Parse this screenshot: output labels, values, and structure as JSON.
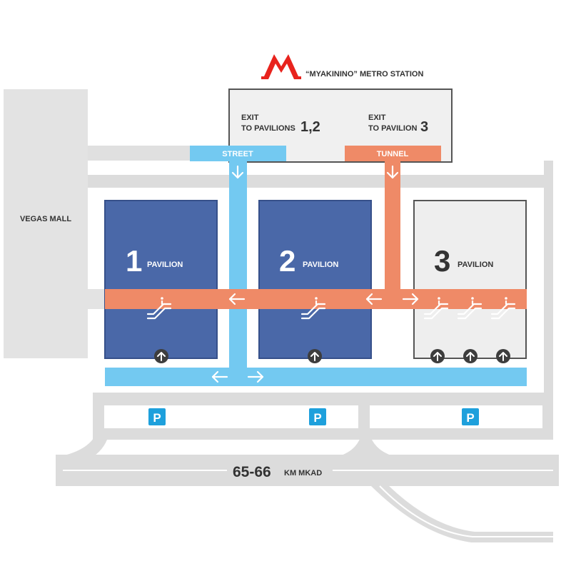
{
  "metro": {
    "logo_letter": "M",
    "station_label": "“MYAKININO” METRO STATION"
  },
  "exits": {
    "left": {
      "line1": "EXIT",
      "line2": "TO PAVILIONS",
      "number": "1,2"
    },
    "right": {
      "line1": "EXIT",
      "line2": "TO PAVILION",
      "number": "3"
    }
  },
  "routes": {
    "street": "STREET",
    "tunnel": "TUNNEL"
  },
  "mall_label": "VEGAS MALL",
  "pavilions": [
    {
      "number": "1",
      "label": "PAVILION"
    },
    {
      "number": "2",
      "label": "PAVILION"
    },
    {
      "number": "3",
      "label": "PAVILION"
    }
  ],
  "parking_label": "P",
  "highway": {
    "km": "65-66",
    "suffix": "KM MKAD"
  },
  "colors": {
    "metro_red": "#e8231d",
    "pavilion_blue": "#4a68a8",
    "street_blue": "#73c9f1",
    "tunnel_orange": "#ef8a67",
    "road_gray": "#d9d9d9",
    "parking_blue": "#1ea0dc",
    "text_dark": "#333333"
  },
  "icons": {
    "metro": "metro-logo-icon",
    "escalator": "escalator-icon",
    "elevator": "up-arrow-icon",
    "arrow": "arrow-icon",
    "parking": "parking-icon"
  }
}
